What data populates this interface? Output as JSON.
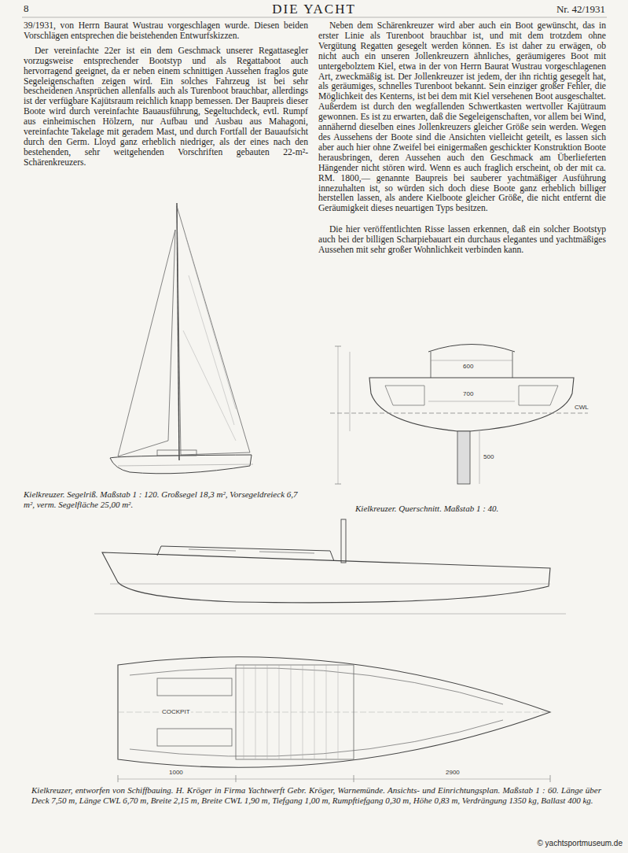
{
  "diagram": {
    "title": "DIE YACHT",
    "caption": "Kielkreuzer, entworfen von Schiffbauing. H. Kröger in Firma Yachtwerft Gebr. Kröger, Warnemünde. Ansichts- und Einrichtungsplan. Maßstab 1 : 60. Länge über Deck 7,50 m, Länge CWL 6,70 m, Breite 2,15 m, Breite CWL 1,90 m, Tiefgang 1,00 m, Rumpftiefgang 0,30 m, Höhe 0,83 m, Verdrängung 1350 kg, Ballast 400 kg.",
    "labels": [
      "39/1931, von Herrn Baurat Wustrau vorgeschlagen wurde. Diesen beiden Vorschlägen entsprechen die beistehenden Entwurfskizzen.",
      "Der vereinfachte 22er ist ein dem Geschmack unserer Regattasegler vorzugsweise entsprechender Bootstyp und als Regattaboot auch hervorragend geeignet, da er neben einem schnittigen Aussehen fraglos gute Segeleigenschaften zeigen wird. Ein solches Fahrzeug ist bei sehr bescheidenen Ansprüchen allenfalls auch als Turenboot brauchbar, allerdings ist der verfügbare Kajütsraum reichlich knapp bemessen. Der Baupreis dieser Boote wird durch vereinfachte Bauausführung, Segeltuchdeck, evtl. Rumpf aus einheimischen Hölzern, nur Aufbau und Ausbau aus Mahagoni, vereinfachte Takelage mit geradem Mast, und durch Fortfall der Bauaufsicht durch den Germ. Lloyd ganz erheblich niedriger, als der eines nach den bestehenden, sehr weitgehenden Vorschriften gebauten 22-m²-Schärenkreuzers.",
      "Neben dem Schärenkreuzer wird aber auch ein Boot gewünscht, das in erster Linie als Turenboot brauchbar ist, und mit dem trotzdem ohne Vergütung Regatten gesegelt werden können. Es ist daher zu erwägen, ob nicht auch ein unseren Jollenkreuzern ähnliches, geräumigeres Boot mit untergebolztem Kiel, etwa in der von Herrn Baurat Wustrau vorgeschlagenen Art, zweckmäßig ist. Der Jollenkreuzer ist jedem, der ihn richtig gesegelt hat, als geräumiges, schnelles Turenboot bekannt. Sein einziger großer Fehler, die Möglichkeit des Kenterns, ist bei dem mit Kiel versehenen Boot ausgeschaltet. Außerdem ist durch den wegfallenden Schwertkasten wertvoller Kajütraum gewonnen. Es ist zu erwarten, daß die Segeleigenschaften, vor allem bei Wind, annähernd dieselben eines Jollenkreuzers gleicher Größe sein werden. Wegen des Aussehens der Boote sind die Ansichten vielleicht geteilt, es lassen sich aber auch hier ohne Zweifel bei einigermaßen geschickter Konstruktion Boote herausbringen, deren Aussehen auch den Geschmack am Überlieferten Hängender nicht stören wird. Wenn es auch fraglich erscheint, ob der mit ca. RM. 1800,— genannte Baupreis bei sauberer yachtmäßiger Ausführung innezuhalten ist, so würden sich doch diese Boote ganz erheblich billiger herstellen lassen, als andere Kielboote gleicher Größe, die nicht entfernt die Geräumigkeit dieses neuartigen Typs besitzen.",
      "Die hier veröffentlichten Risse lassen erkennen, daß ein solcher Bootstyp auch bei der billigen Scharpiebauart ein durchaus elegantes und yachtmäßiges Aussehen mit sehr großer Wohnlichkeit verbinden kann.",
      "8",
      "Nr. 42/1931",
      "Kielkreuzer. Segelriß. Maßstab 1 : 120. Großsegel 18,3 m², Vorsegeldreieck 6,7 m², verm. Segelfläche 25,00 m².",
      "Kielkreuzer. Querschnitt. Maßstab 1 : 40.",
      "© yachtsportmuseum.de",
      "600",
      "700",
      "CWL",
      "500",
      "1000",
      "2900",
      "COCKPIT"
    ]
  }
}
